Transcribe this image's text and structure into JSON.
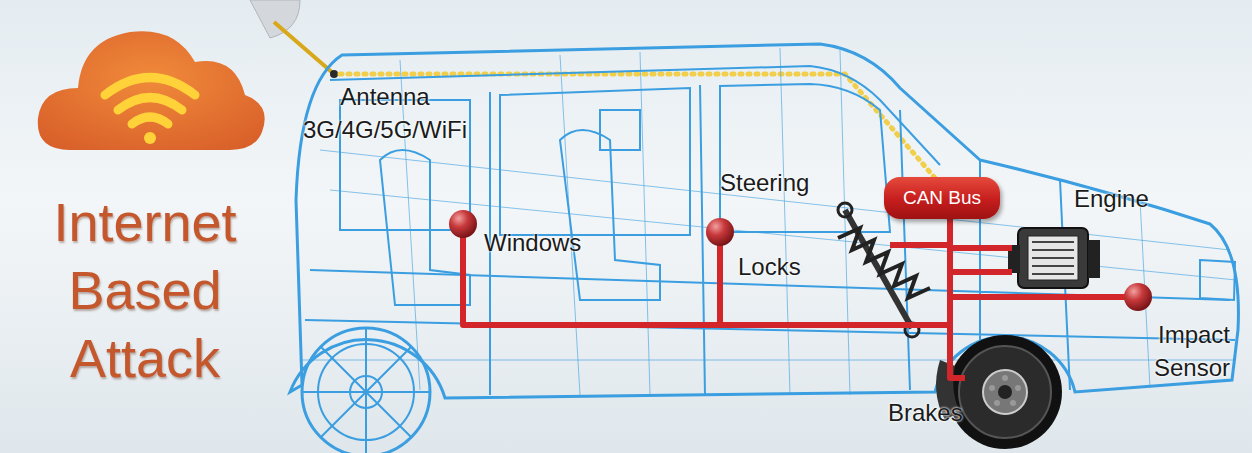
{
  "diagram": {
    "title": "Internet Based Attack",
    "nodes": [
      {
        "text": [
          "CAN Bus"
        ]
      }
    ],
    "labels": [
      "Antenna 3G/4G/5G/WiFi",
      "Steering",
      "Engine",
      "Windows",
      "Locks",
      "Impact Sensor",
      "Brakes"
    ]
  }
}
